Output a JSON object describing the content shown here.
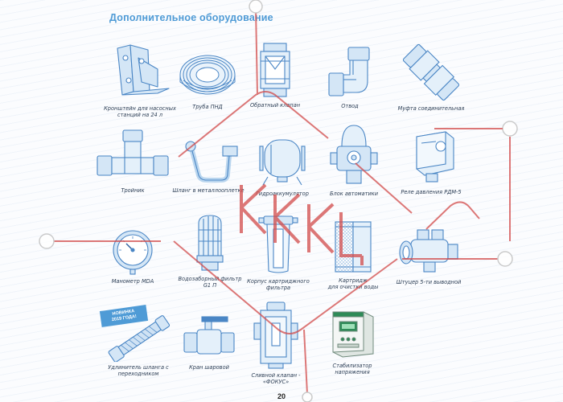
{
  "page": {
    "title": "Дополнительное оборудование",
    "page_number": "20",
    "badge": {
      "line1": "НОВИНКА",
      "line2": "2019 ГОДА!"
    }
  },
  "colors": {
    "accent": "#4f9bd6",
    "line": "#4a86c5",
    "fill": "#d4e6f6",
    "watermark": "#cc3333"
  },
  "items": [
    {
      "label": "Кронштейн для насосных\nстанций на 24 л",
      "icon": "bracket-icon"
    },
    {
      "label": "Труба ПНД",
      "icon": "pipe-coil-icon"
    },
    {
      "label": "Обратный клапан",
      "icon": "check-valve-icon"
    },
    {
      "label": "Отвод",
      "icon": "elbow-icon"
    },
    {
      "label": "Муфта соединительная",
      "icon": "coupling-icon"
    },
    {
      "label": "Тройник",
      "icon": "tee-icon"
    },
    {
      "label": "Шланг в металлооплетке",
      "icon": "braided-hose-icon"
    },
    {
      "label": "Гидроаккумулятор",
      "icon": "accumulator-icon"
    },
    {
      "label": "Блок автоматики",
      "icon": "automation-unit-icon"
    },
    {
      "label": "Реле давления РДМ-5",
      "icon": "pressure-relay-icon"
    },
    {
      "label": "Манометр MDA",
      "icon": "manometer-icon"
    },
    {
      "label": "Водозаборный фильтр\nG1 П",
      "icon": "intake-filter-icon"
    },
    {
      "label": "Корпус картриджного\nфильтра",
      "icon": "filter-housing-icon"
    },
    {
      "label": "Картридж\nдля очистки воды",
      "icon": "cartridge-icon"
    },
    {
      "label": "Штуцер 5-ти выводной",
      "icon": "five-way-fitting-icon"
    },
    {
      "label": "Удлинитель шланга с\nпереходником",
      "icon": "hose-extension-icon"
    },
    {
      "label": "Кран шаровой",
      "icon": "ball-valve-icon"
    },
    {
      "label": "Сливной клапан -\n«ФОКУС»",
      "icon": "drain-valve-icon"
    },
    {
      "label": "Стабилизатор\nнапряжения",
      "icon": "voltage-stabilizer-icon"
    }
  ]
}
